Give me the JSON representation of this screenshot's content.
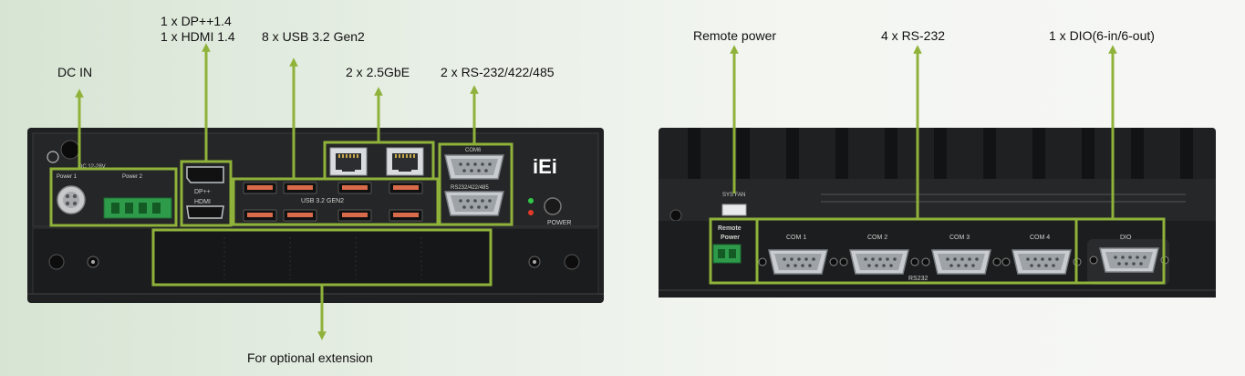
{
  "colors": {
    "accent": "#8fb23a",
    "device": "#1e1f20",
    "panel": "#2a2b2c"
  },
  "front_view": {
    "callouts": {
      "dc_in": "DC IN",
      "video_line1": "1 x DP++1.4",
      "video_line2": "1 x HDMI 1.4",
      "usb": "8 x USB 3.2 Gen2",
      "lan": "2 x 2.5GbE",
      "serial": "2 x RS-232/422/485",
      "extension": "For  optional extension"
    },
    "panel_labels": {
      "dc_spec": "DC 12-28V",
      "power1": "Power 1",
      "power2": "Power 2",
      "dp": "DP++",
      "hdmi": "HDMI",
      "usb_gen": "USB 3.2 GEN2",
      "com6": "COM6",
      "rs_label": "RS232/422/485",
      "power_button": "POWER",
      "brand": "iEi"
    }
  },
  "rear_view": {
    "callouts": {
      "remote_power": "Remote power",
      "rs232": "4 x RS-232",
      "dio": "1 x DIO(6-in/6-out)"
    },
    "panel_labels": {
      "sys_fan": "SYS FAN",
      "remote": "Remote",
      "power": "Power",
      "com1": "COM 1",
      "com2": "COM 2",
      "com3": "COM 3",
      "com4": "COM 4",
      "dio": "DIO",
      "rs232": "RS232"
    }
  }
}
